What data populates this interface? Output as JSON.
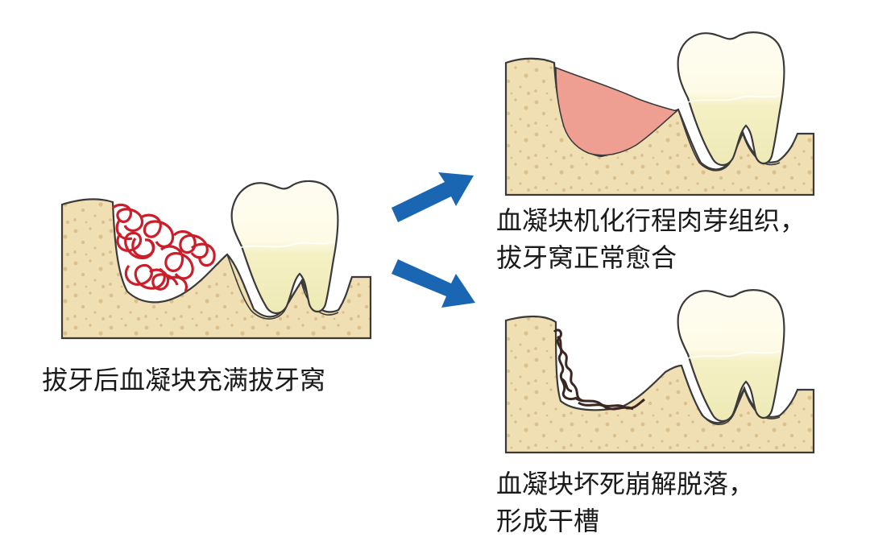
{
  "captions": {
    "left": "拔牙后血凝块充满拔牙窝",
    "top_right_line1": "血凝块机化行程肉芽组织，",
    "top_right_line2": "拔牙窝正常愈合",
    "bottom_right_line1": "血凝块坏死崩解脱落，",
    "bottom_right_line2": "形成干槽"
  },
  "colors": {
    "bone": "#f1dfb4",
    "bone_dots": "#dcc08c",
    "outline": "#3a3a3a",
    "tooth": "#fdfbe6",
    "tooth_root": "#f4f0c4",
    "clot_red": "#cc1e2a",
    "granulation_pink": "#ef9f92",
    "necrotic_dark": "#3b2622",
    "arrow_blue": "#1a66b2"
  }
}
